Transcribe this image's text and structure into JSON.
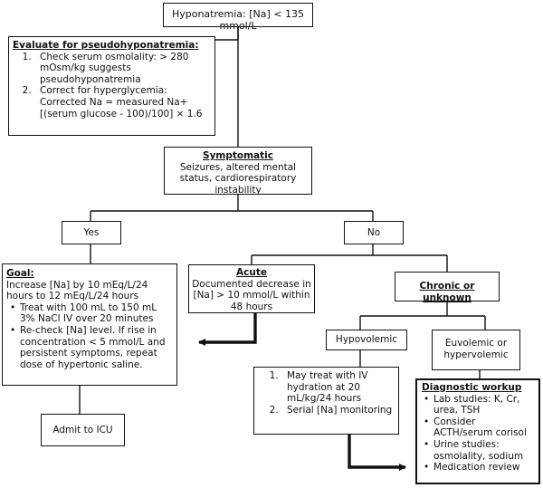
{
  "nodes": {
    "top": {
      "text": "Hyponatremia: [Na] < 135 mmol/L"
    },
    "pseudo": {
      "heading": "Evaluate for pseudohyponatremia:",
      "items": [
        "Check serum osmolality: > 280 mOsm/kg suggests pseudohyponatremia",
        "Correct for hyperglycemia: Corrected Na = measured Na+ [(serum glucose - 100)/100] × 1.6"
      ]
    },
    "symptomatic": {
      "heading": "Symptomatic",
      "text": "Seizures, altered mental status, cardiorespiratory instability"
    },
    "yes": {
      "text": "Yes"
    },
    "no": {
      "text": "No"
    },
    "goal": {
      "heading": "Goal:",
      "text": "Increase [Na] by 10 mEq/L/24 hours to 12 mEq/L/24 hours",
      "items": [
        "Treat with 100 mL to 150 mL 3% NaCl IV over 20 minutes",
        "Re-check [Na] level. If rise in concentration < 5 mmol/L and persistent symptoms, repeat dose of hypertonic saline."
      ]
    },
    "icu": {
      "text": "Admit to ICU"
    },
    "acute": {
      "heading": "Acute",
      "text": "Documented decrease in [Na] > 10 mmol/L within 48 hours"
    },
    "chronic": {
      "heading": "Chronic or unknown"
    },
    "hypovolemic": {
      "text": "Hypovolemic"
    },
    "euvolemic": {
      "text": "Euvolemic or hypervolemic"
    },
    "hypo_tx": {
      "items": [
        "May treat with IV hydration at 20 mL/kg/24 hours",
        "Serial [Na] monitoring"
      ]
    },
    "workup": {
      "heading": "Diagnostic workup",
      "items": [
        "Lab studies: K, Cr, urea, TSH",
        "Consider ACTH/serum corisol",
        "Urine studies: osmolality, sodium",
        "Medication review"
      ]
    }
  }
}
